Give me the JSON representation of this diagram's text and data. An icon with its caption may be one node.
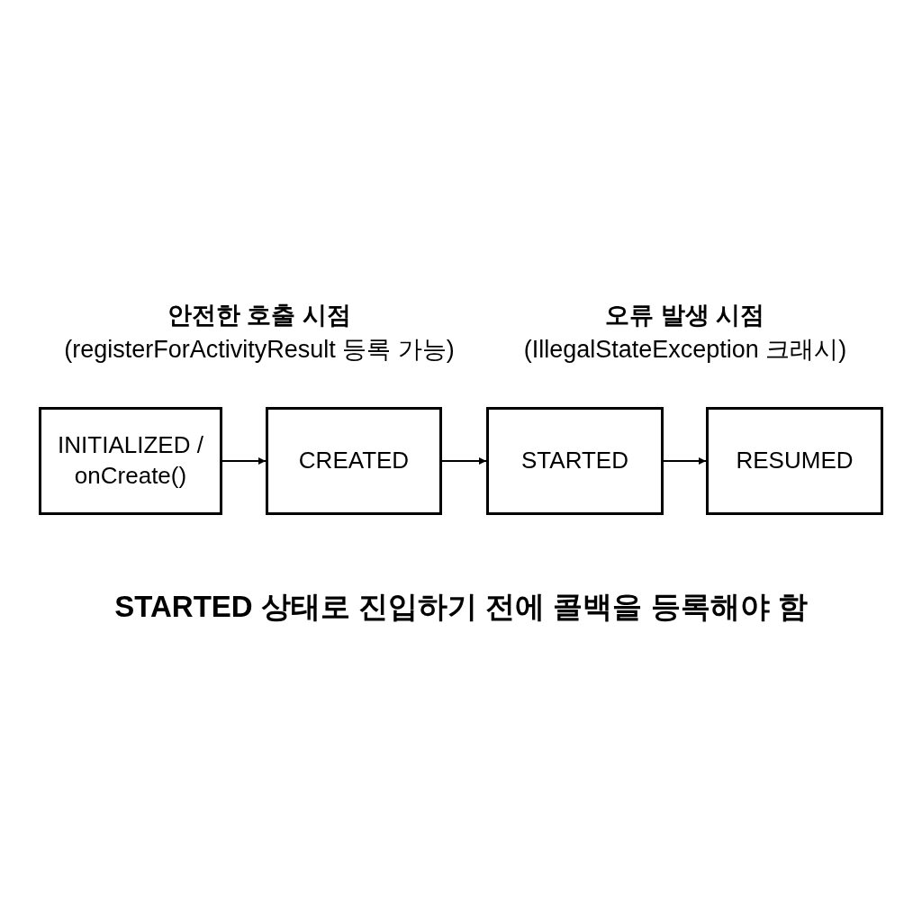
{
  "diagram": {
    "nodes": [
      {
        "text": [
          "INITIALIZED / onCreate()"
        ]
      },
      {
        "text": [
          "CREATED"
        ]
      },
      {
        "text": [
          "STARTED"
        ]
      },
      {
        "text": [
          "RESUMED"
        ]
      }
    ],
    "edges": [
      {
        "from": 0,
        "to": 1,
        "arrow": "to"
      },
      {
        "from": 1,
        "to": 2,
        "arrow": "to"
      },
      {
        "from": 2,
        "to": 3,
        "arrow": "to"
      }
    ],
    "labels": [
      "안전한 호출 시점",
      "(registerForActivityResult 등록 가능)",
      "오류 발생 시점",
      "(IllegalStateException 크래시)",
      "STARTED 상태로 진입하기 전에 콜백을 등록해야 함"
    ]
  }
}
